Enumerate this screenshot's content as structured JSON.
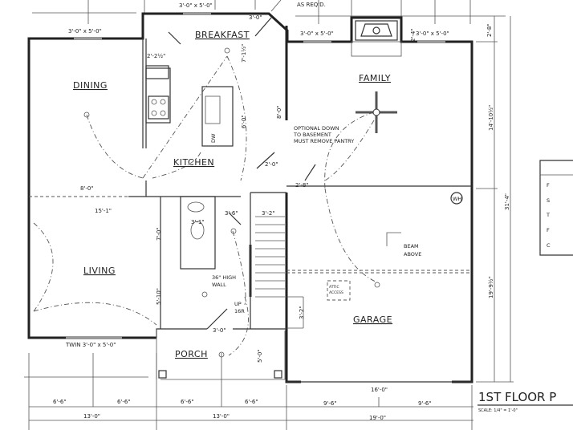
{
  "rooms": {
    "dining": "DINING",
    "breakfast": "BREAKFAST",
    "family": "FAMILY",
    "kitchen": "KITCHEN",
    "living": "LIVING",
    "garage": "GARAGE",
    "porch": "PORCH"
  },
  "notes": {
    "as_reqd": "AS REQ'D.",
    "optional_1": "OPTIONAL DOWN",
    "optional_2": "TO BASEMENT",
    "optional_3": "MUST REMOVE PANTRY",
    "beam_1": "BEAM",
    "beam_2": "ABOVE",
    "attic_1": "ATTIC",
    "attic_2": "ACCESS",
    "high_wall_1": "36\" HIGH",
    "high_wall_2": "WALL",
    "up_1": "UP",
    "up_2": "16R",
    "water_heater": "WH",
    "dw": "DW"
  },
  "windows": {
    "dining": "3'-0\" x 5'-0\"",
    "breakfast": "3'-0\" x 5'-0\"",
    "family_left": "3'-0\" x 5'-0\"",
    "family_right": "3'-0\" x 5'-0\"",
    "living": "TWIN 3'-0\" x 5'-0\""
  },
  "dimensions": {
    "breakfast_door": "3'-0\"",
    "pantry": "2'-2½\"",
    "breakfast_depth": "7'-1½\"",
    "island": "6'-0\"",
    "hall": "8'-0\"",
    "dining_bottom": "8'-0\"",
    "dining_width": "15'-1\"",
    "bath": "3'-1\"",
    "hall_a": "3'-6\"",
    "hall_b": "3'-2\"",
    "closet": "2'-0\"",
    "stair_door": "2'-8\"",
    "living_a": "7'-0\"",
    "living_b": "5'-10\"",
    "porch_door": "3'-0\"",
    "porch_depth": "5'-0\"",
    "garage_step": "3'-2\"",
    "fire_side": "2'-4\"",
    "right_top": "2'-8\"",
    "right_family": "14'-10½\"",
    "right_total": "31'-4\"",
    "right_garage": "19'-9½\"",
    "bottom_1": "6'-6\"",
    "bottom_2": "6'-6\"",
    "bottom_3": "6'-6\"",
    "bottom_4": "6'-6\"",
    "bottom_5": "9'-6\"",
    "bottom_6": "9'-6\"",
    "garage_16": "16'-0\"",
    "total_1": "13'-0\"",
    "total_2": "13'-0\"",
    "total_3": "19'-0\""
  },
  "title": {
    "main": "1ST FLOOR P",
    "scale": "SCALE: 1/4\" = 1'-0\""
  },
  "side_box_letters": [
    "F",
    "S",
    "T",
    "F",
    "C"
  ]
}
